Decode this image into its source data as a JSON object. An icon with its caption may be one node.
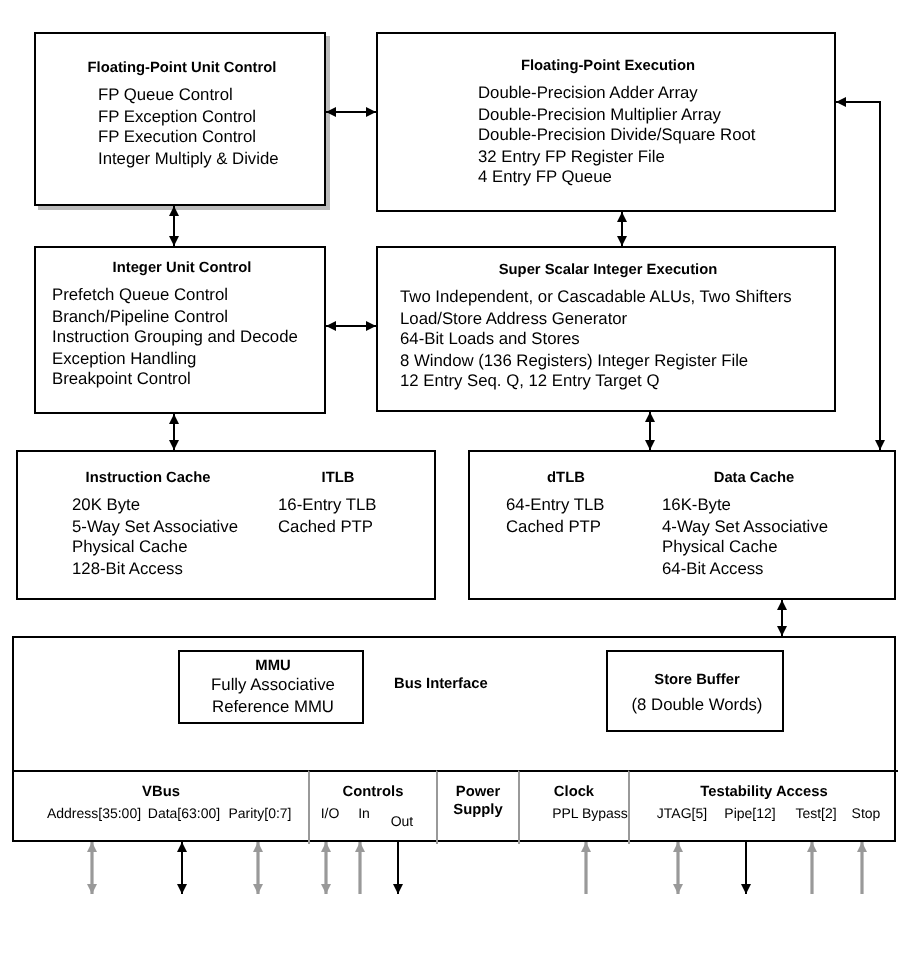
{
  "diagram": {
    "nodes": [
      {
        "text": [
          "Floating-Point Unit Control",
          "FP Queue Control",
          "FP Exception Control",
          "FP Execution Control",
          "Integer Multiply & Divide"
        ]
      },
      {
        "text": [
          "Floating-Point Execution",
          "Double-Precision Adder Array",
          "Double-Precision Multiplier Array",
          "Double-Precision Divide/Square Root",
          "32 Entry FP Register File",
          "4 Entry FP Queue"
        ]
      },
      {
        "text": [
          "Integer Unit Control",
          "Prefetch Queue Control",
          "Branch/Pipeline Control",
          "Instruction Grouping and Decode",
          "Exception Handling",
          "Breakpoint Control"
        ]
      },
      {
        "text": [
          "Super Scalar Integer Execution",
          "Two Independent, or Cascadable ALUs, Two Shifters",
          "Load/Store Address Generator",
          "64-Bit Loads and Stores",
          "8 Window (136 Registers) Integer Register File",
          "12 Entry Seq. Q, 12 Entry Target Q"
        ]
      },
      {
        "text": [
          "Instruction Cache",
          "20K Byte",
          "5-Way Set Associative",
          "Physical Cache",
          "128-Bit Access",
          "ITLB",
          "16-Entry TLB",
          "Cached PTP"
        ]
      },
      {
        "text": [
          "dTLB",
          "64-Entry TLB",
          "Cached PTP",
          "Data Cache",
          "16K-Byte",
          "4-Way Set Associative",
          "Physical Cache",
          "64-Bit Access"
        ]
      },
      {
        "text": [
          "Bus Interface"
        ]
      },
      {
        "text": [
          "MMU",
          "Fully Associative",
          "Reference MMU"
        ],
        "in": 6
      },
      {
        "text": [
          "Store Buffer",
          "(8 Double Words)"
        ],
        "in": 6
      },
      {
        "text": [
          "VBus"
        ],
        "in": 6
      },
      {
        "text": [
          "Address[35:00]"
        ],
        "in": 9
      },
      {
        "text": [
          "Data[63:00]"
        ],
        "in": 9
      },
      {
        "text": [
          "Parity[0:7]"
        ],
        "in": 9
      },
      {
        "text": [
          "Controls"
        ],
        "in": 6
      },
      {
        "text": [
          "I/O"
        ],
        "in": 13
      },
      {
        "text": [
          "In"
        ],
        "in": 13
      },
      {
        "text": [
          "Out"
        ],
        "in": 13
      },
      {
        "text": [
          "Power Supply"
        ],
        "in": 6
      },
      {
        "text": [
          "Clock"
        ],
        "in": 6
      },
      {
        "text": [
          "PPL Bypass"
        ],
        "in": 18
      },
      {
        "text": [
          "Testability Access"
        ],
        "in": 6
      },
      {
        "text": [
          "JTAG[5]"
        ],
        "in": 20
      },
      {
        "text": [
          "Pipe[12]"
        ],
        "in": 20
      },
      {
        "text": [
          "Test[2]"
        ],
        "in": 20
      },
      {
        "text": [
          "Stop"
        ],
        "in": 20
      }
    ],
    "edges": [
      {
        "from": 0,
        "to": 1,
        "arrow": "both"
      },
      {
        "from": 1,
        "to": 5,
        "arrow": "both"
      },
      {
        "from": 0,
        "to": 2,
        "arrow": "both"
      },
      {
        "from": 1,
        "to": 3,
        "arrow": "both"
      },
      {
        "from": 2,
        "to": 3,
        "arrow": "both"
      },
      {
        "from": 2,
        "to": 4,
        "arrow": "both"
      },
      {
        "from": 3,
        "to": 5,
        "arrow": "both"
      },
      {
        "from": 5,
        "to": 6,
        "arrow": "both"
      },
      {
        "from": 10,
        "to": null,
        "arrow": "both",
        "color": "#999999"
      },
      {
        "from": 11,
        "to": null,
        "arrow": "both"
      },
      {
        "from": 12,
        "to": null,
        "arrow": "both",
        "color": "#999999"
      },
      {
        "from": 14,
        "to": null,
        "arrow": "both",
        "color": "#999999"
      },
      {
        "from": null,
        "to": 15,
        "arrow": "to",
        "color": "#999999"
      },
      {
        "from": 16,
        "to": null,
        "arrow": "to"
      },
      {
        "from": null,
        "to": 19,
        "arrow": "to",
        "color": "#999999"
      },
      {
        "from": 21,
        "to": null,
        "arrow": "both",
        "color": "#999999"
      },
      {
        "from": 22,
        "to": null,
        "arrow": "to"
      },
      {
        "from": null,
        "to": 23,
        "arrow": "to",
        "color": "#999999"
      },
      {
        "from": null,
        "to": 24,
        "arrow": "to",
        "color": "#999999"
      }
    ]
  }
}
